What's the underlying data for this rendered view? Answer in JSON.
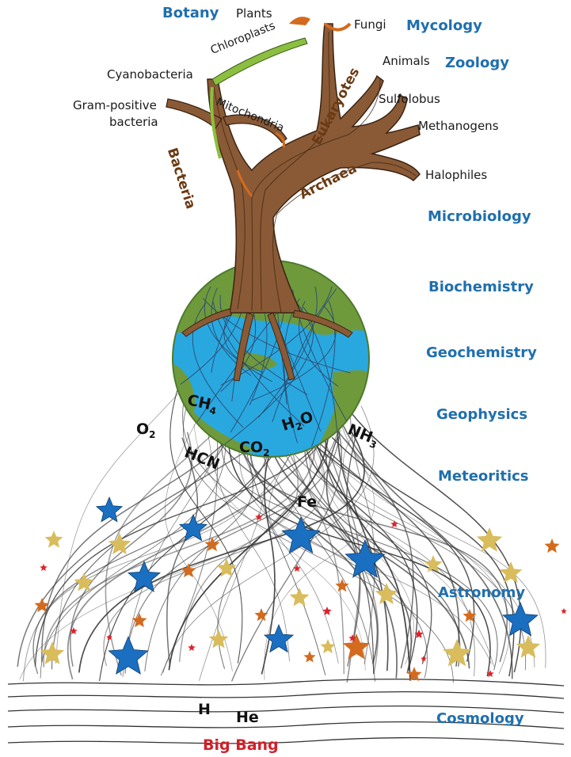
{
  "disciplines": {
    "botany": "Botany",
    "mycology": "Mycology",
    "zoology": "Zoology",
    "microbiology": "Microbiology",
    "biochemistry": "Biochemistry",
    "geochemistry": "Geochemistry",
    "geophysics": "Geophysics",
    "meteoritics": "Meteoritics",
    "astronomy": "Astronomy",
    "cosmology": "Cosmology"
  },
  "organisms": {
    "plants": "Plants",
    "fungi": "Fungi",
    "animals": "Animals",
    "cyanobacteria": "Cyanobacteria",
    "gram_positive_1": "Gram-positive",
    "gram_positive_2": "bacteria",
    "sulfolobus": "Sulfolobus",
    "methanogens": "Methanogens",
    "halophiles": "Halophiles"
  },
  "organelles": {
    "chloroplasts": "Chloroplasts",
    "mitochondria": "Mitochondria"
  },
  "branches": {
    "bacteria": "Bacteria",
    "eukaryotes": "Eukaryotes",
    "archaea": "Archaea"
  },
  "molecules": {
    "ch4": {
      "base": "CH",
      "sub": "4"
    },
    "h2o": {
      "base1": "H",
      "sub": "2",
      "base2": "O"
    },
    "o2": {
      "base": "O",
      "sub": "2"
    },
    "co2": {
      "base": "CO",
      "sub": "2"
    },
    "nh3": {
      "base": "NH",
      "sub": "3"
    },
    "hcn": "HCN",
    "fe": "Fe",
    "h": "H",
    "he": "He"
  },
  "origin": "Big Bang",
  "colors": {
    "discipline_blue": "#1f6fae",
    "trunk_brown": "#8a5a36",
    "ocean_blue": "#29a8e0",
    "land_green": "#6f9a3c",
    "star_blue": "#1a6fc0",
    "star_gold": "#d9bc5b",
    "star_orange": "#d46a1e",
    "star_red": "#e0202a",
    "big_bang_red": "#d0202a"
  }
}
